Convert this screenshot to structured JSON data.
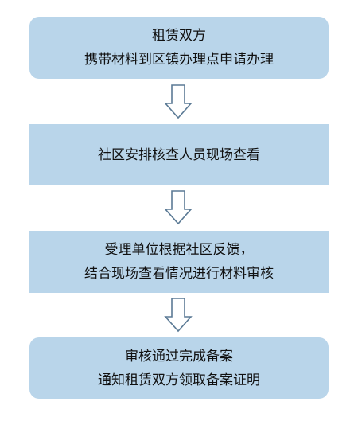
{
  "steps": [
    {
      "line1": "租赁双方",
      "line2": "携带材料到区镇办理点申请办理"
    },
    {
      "line1": "社区安排核查人员现场查看"
    },
    {
      "line1": "受理单位根据社区反馈，",
      "line2": "结合现场查看情况进行材料审核"
    },
    {
      "line1": "审核通过完成备案",
      "line2": "通知租赁双方领取备案证明"
    }
  ],
  "colors": {
    "box_fill": "#b9d5ea",
    "arrow_stroke": "#5b7a95",
    "text": "#111111"
  },
  "icons": [
    "down-arrow-icon"
  ]
}
